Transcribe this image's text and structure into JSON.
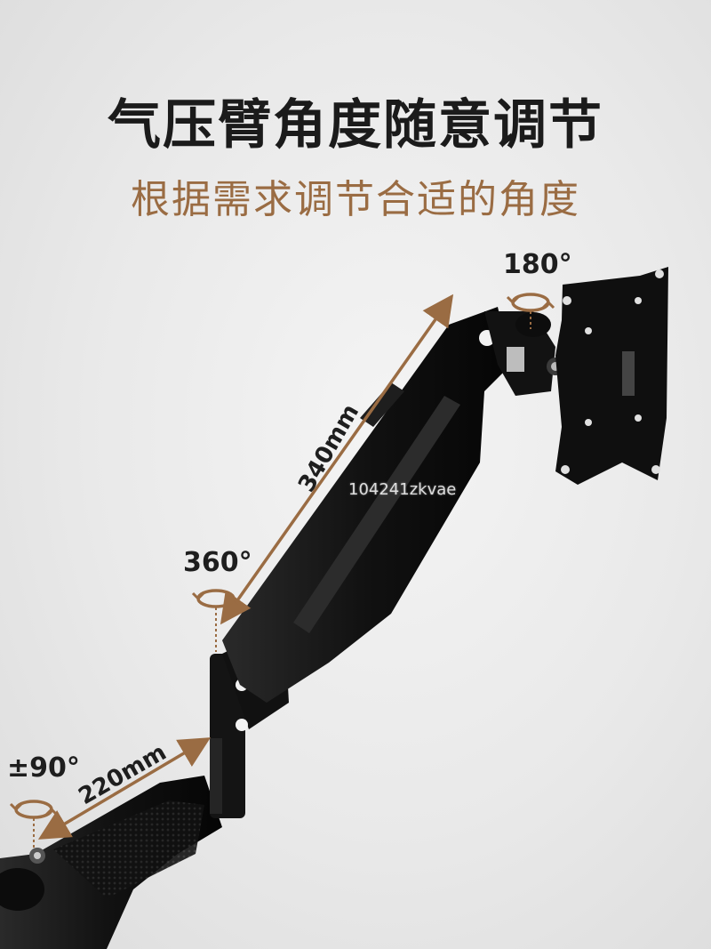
{
  "headline": "气压臂角度随意调节",
  "subheadline": "根据需求调节合适的角度",
  "labels": {
    "top_rotation": "180°",
    "middle_rotation": "360°",
    "base_rotation": "±90°",
    "upper_arm_length": "340mm",
    "lower_arm_length": "220mm"
  },
  "watermark": "104241zkvae",
  "colors": {
    "accent": "#9a6c43",
    "arm": "#151515",
    "background": "#e9e9e9"
  }
}
